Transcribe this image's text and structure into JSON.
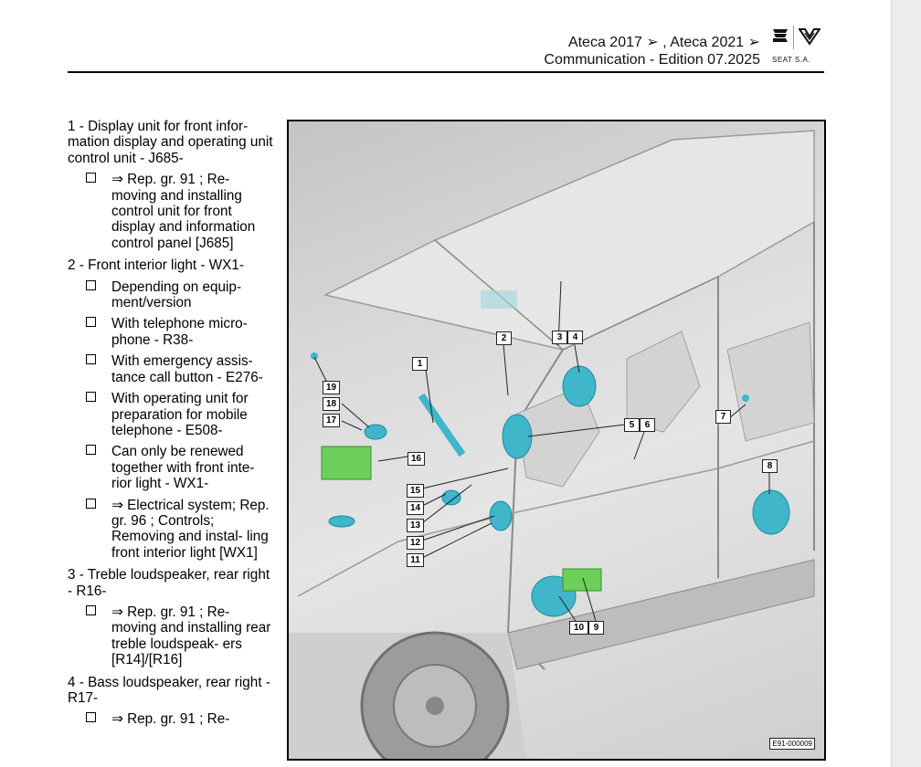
{
  "header": {
    "models": "Ateca 2017 ➢ , Ateca 2021 ➢",
    "edition": "Communication - Edition 07.2025",
    "brand_text": "SEAT S.A."
  },
  "items": [
    {
      "title": "1 - Display unit for front infor- mation display and operating unit control unit - J685-",
      "subs": [
        "⇒ Rep. gr. 91 ; Re- moving and installing control unit for front display and information control panel [J685]"
      ]
    },
    {
      "title": "2 - Front interior light - WX1-",
      "subs": [
        "Depending on equip- ment/version",
        "With telephone micro- phone - R38-",
        "With emergency assis- tance call button - E276-",
        "With operating unit for preparation for mobile telephone - E508-",
        "Can only be renewed together with front inte- rior light - WX1-",
        "⇒ Electrical system; Rep. gr. 96 ; Controls; Removing and instal- ling front interior light [WX1]"
      ]
    },
    {
      "title": "3 - Treble loudspeaker, rear right - R16-",
      "subs": [
        "⇒ Rep. gr. 91 ; Re- moving and installing rear treble loudspeak- ers [R14]/[R16]"
      ]
    },
    {
      "title": "4 - Bass loudspeaker, rear right - R17-",
      "subs": [
        "⇒ Rep. gr. 91 ; Re-"
      ]
    }
  ],
  "figure": {
    "id": "E91-000009",
    "callouts": [
      "1",
      "2",
      "3",
      "4",
      "5",
      "6",
      "7",
      "8",
      "9",
      "10",
      "11",
      "12",
      "13",
      "14",
      "15",
      "16",
      "17",
      "18",
      "19"
    ]
  }
}
